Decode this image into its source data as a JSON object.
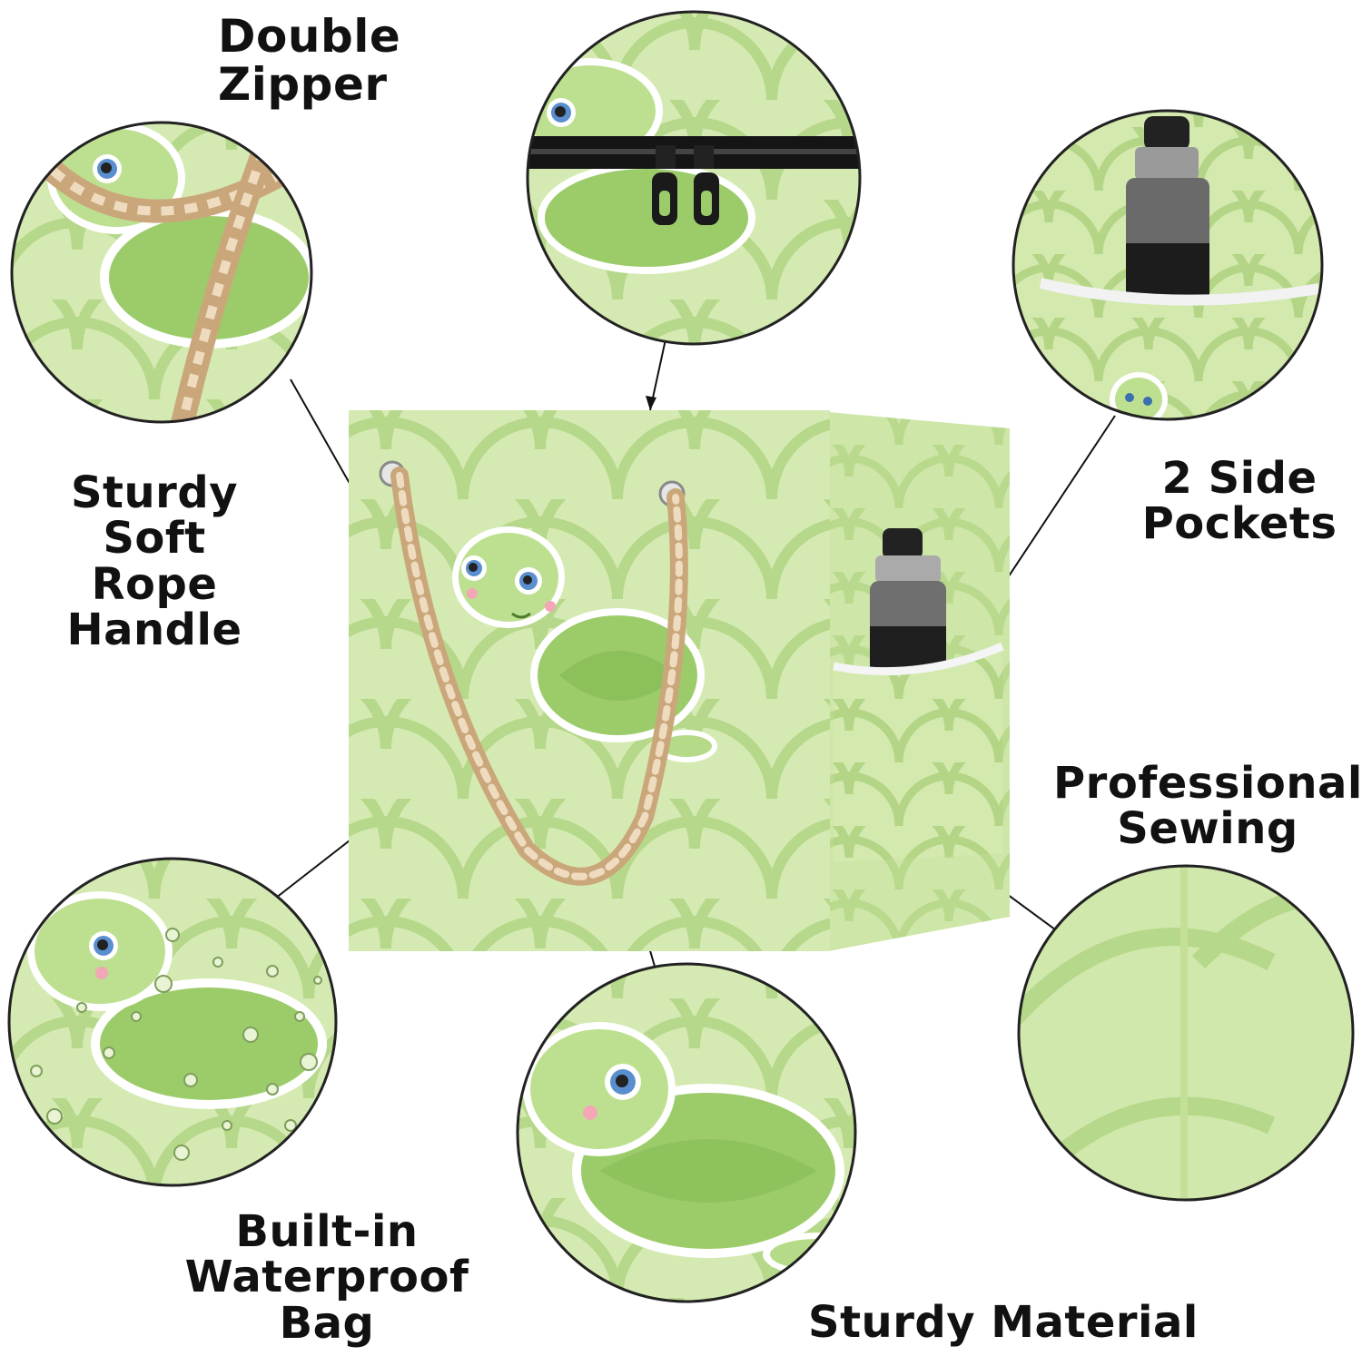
{
  "labels": {
    "double_zipper": "Double Zipper",
    "rope_handle": [
      "Sturdy",
      "Soft",
      "Rope Handle"
    ],
    "side_pockets": [
      "2 Side",
      "Pockets"
    ],
    "professional_sewing": [
      "Professional",
      "Sewing"
    ],
    "waterproof_bag": [
      "Built-in",
      "Waterproof",
      "Bag"
    ],
    "sturdy_material": "Sturdy Material"
  },
  "colors": {
    "fabric_light": "#d6eab4",
    "fabric_mid": "#c2df96",
    "scale_line": "#aed17e",
    "turtle_body": "#b8dc8c",
    "turtle_shell": "#8fc35d",
    "rope": "#d8b98f",
    "bottle": "#2a2a2a",
    "text": "#111111"
  },
  "icons": [
    "turtle-illustration",
    "rope-handle",
    "zipper-pulls",
    "water-bottle",
    "water-droplets"
  ]
}
